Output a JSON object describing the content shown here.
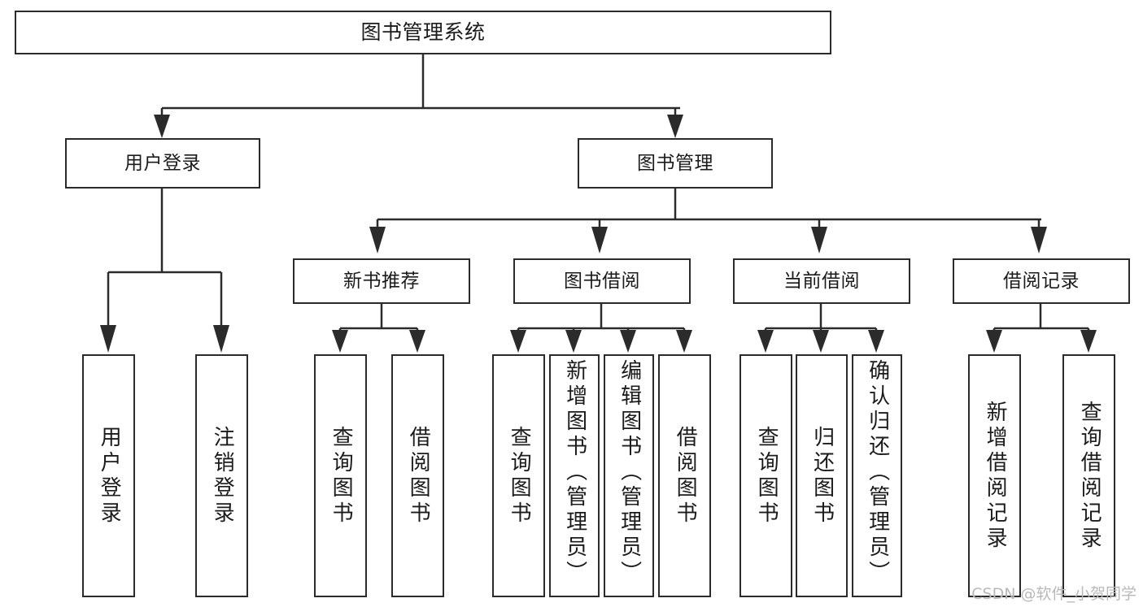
{
  "diagram": {
    "title": "图书管理系统",
    "watermark": "CSDN @软件_小贺同学",
    "colors": {
      "stroke": "#2b2b2b",
      "fill": "#ffffff",
      "text": "#1b1b1b",
      "watermark": "#b9b9b9"
    },
    "nodes": {
      "root": {
        "label": "图书管理系统"
      },
      "tier2": [
        {
          "id": "user-login",
          "label": "用户登录"
        },
        {
          "id": "book-manage",
          "label": "图书管理"
        }
      ],
      "tier3": [
        {
          "id": "new-book-recommend",
          "label": "新书推荐"
        },
        {
          "id": "book-borrow",
          "label": "图书借阅"
        },
        {
          "id": "current-borrow",
          "label": "当前借阅"
        },
        {
          "id": "borrow-record",
          "label": "借阅记录"
        }
      ],
      "leaves": {
        "user-login": [
          {
            "id": "leaf-user-login",
            "label": "用户登录"
          },
          {
            "id": "leaf-logout",
            "label": "注销登录"
          }
        ],
        "new-book-recommend": [
          {
            "id": "leaf-query-book-1",
            "label": "查询图书"
          },
          {
            "id": "leaf-borrow-book-1",
            "label": "借阅图书"
          }
        ],
        "book-borrow": [
          {
            "id": "leaf-query-book-2",
            "label": "查询图书"
          },
          {
            "id": "leaf-add-book",
            "label": "新增图书（管理员）"
          },
          {
            "id": "leaf-edit-book",
            "label": "编辑图书（管理员）"
          },
          {
            "id": "leaf-borrow-book-2",
            "label": "借阅图书"
          }
        ],
        "current-borrow": [
          {
            "id": "leaf-query-book-3",
            "label": "查询图书"
          },
          {
            "id": "leaf-return-book",
            "label": "归还图书"
          },
          {
            "id": "leaf-confirm-return",
            "label": "确认归还（管理员）"
          }
        ],
        "borrow-record": [
          {
            "id": "leaf-add-record",
            "label": "新增借阅记录"
          },
          {
            "id": "leaf-query-record",
            "label": "查询借阅记录"
          }
        ]
      }
    }
  }
}
